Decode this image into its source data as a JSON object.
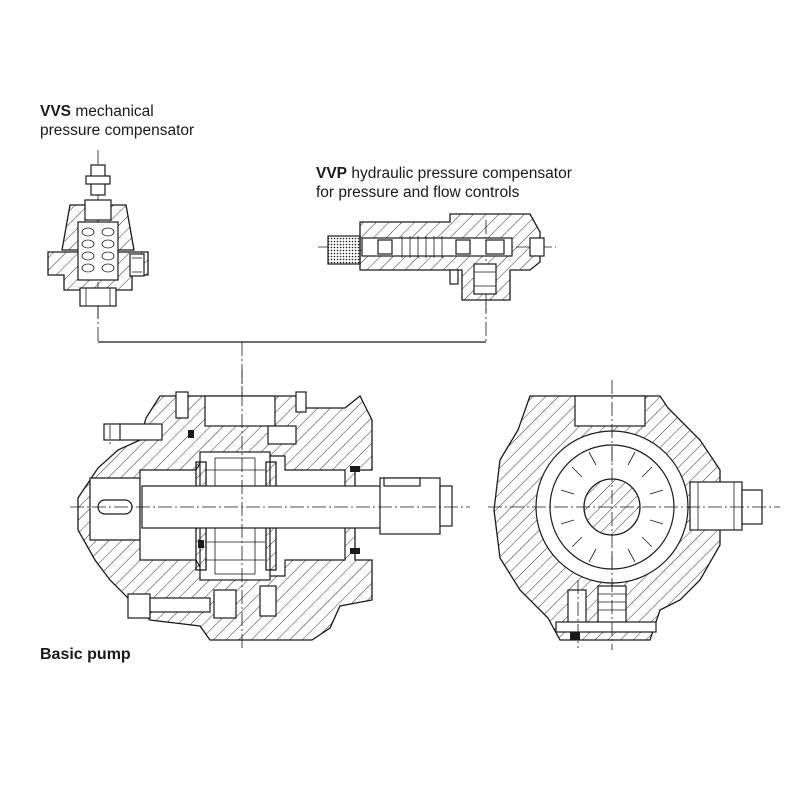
{
  "labels": {
    "vvs": {
      "code": "VVS",
      "line1": " mechanical",
      "line2": "pressure compensator"
    },
    "vvp": {
      "code": "VVP",
      "line1": " hydraulic pressure compensator",
      "line2": "for pressure and flow controls"
    },
    "basic": "Basic pump"
  }
}
